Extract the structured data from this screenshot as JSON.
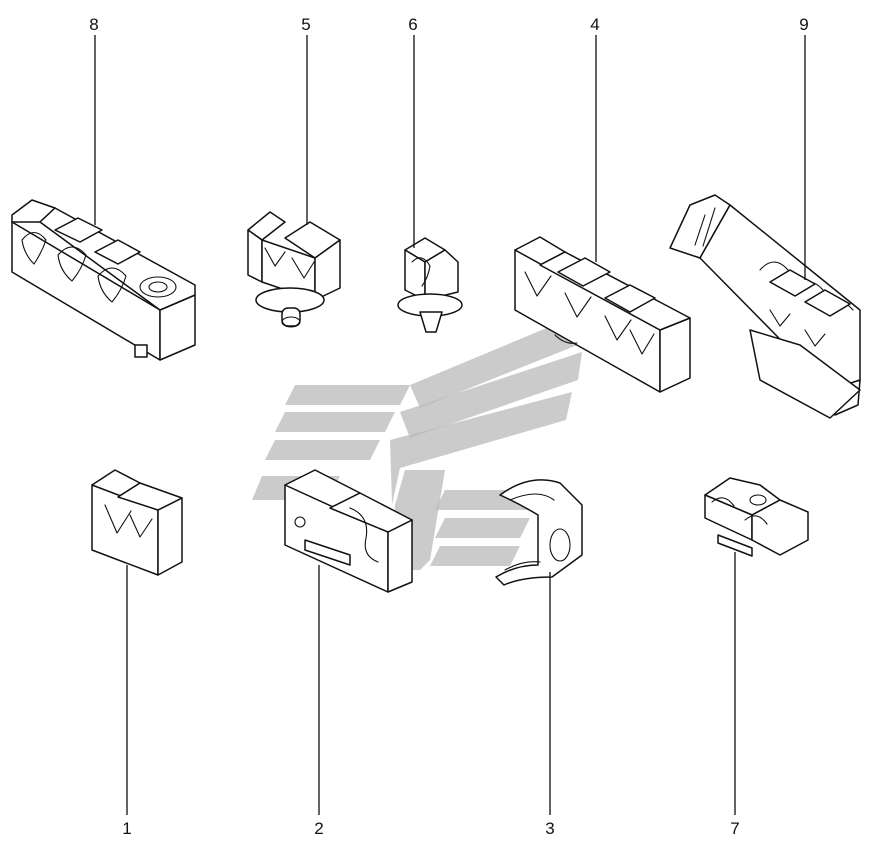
{
  "callouts": [
    {
      "id": "1",
      "label": "1"
    },
    {
      "id": "2",
      "label": "2"
    },
    {
      "id": "3",
      "label": "3"
    },
    {
      "id": "4",
      "label": "4"
    },
    {
      "id": "5",
      "label": "5"
    },
    {
      "id": "6",
      "label": "6"
    },
    {
      "id": "7",
      "label": "7"
    },
    {
      "id": "8",
      "label": "8"
    },
    {
      "id": "9",
      "label": "9"
    }
  ],
  "colors": {
    "line": "#111111",
    "watermark": "#b9b9b9",
    "background": "#ffffff"
  },
  "watermark": {
    "icon": "logo-stripes-icon"
  }
}
